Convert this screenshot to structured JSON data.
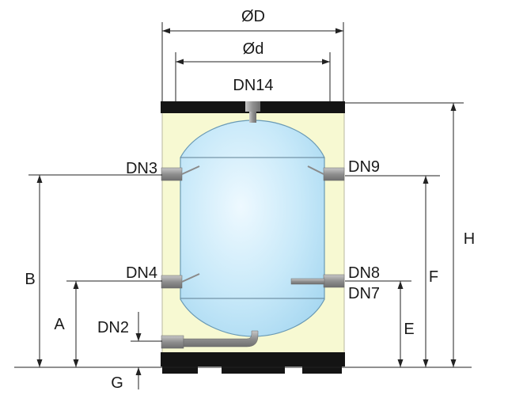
{
  "labels": {
    "outer_diameter": "ØD",
    "inner_diameter": "Ød",
    "top_port": "DN14",
    "left_upper_port": "DN3",
    "right_upper_port": "DN9",
    "left_mid_port": "DN4",
    "right_mid_port": "DN8",
    "right_mid_port_lower": "DN7",
    "bottom_port": "DN2",
    "dim_A": "A",
    "dim_B": "B",
    "dim_E": "E",
    "dim_F": "F",
    "dim_G": "G",
    "dim_H": "H"
  },
  "colors": {
    "insulation": "#f7f9d2",
    "tank_light": "#e6f5fd",
    "tank_mid": "#c3e6f8",
    "tank_dark": "#9fd3ef",
    "pipe": "#9e9e9e",
    "jacket_black": "#141414",
    "line": "#222222"
  }
}
